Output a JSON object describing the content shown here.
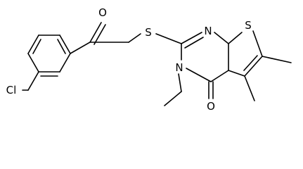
{
  "atoms": {
    "oxygen_ketone": "O",
    "sulfur_thioether": "S",
    "nitrogen_ring_top": "N",
    "sulfur_thiophene": "S",
    "nitrogen_ring_ethyl": "N",
    "oxygen_carbonyl": "O",
    "chlorine": "Cl"
  },
  "colors": {
    "bond": "#000000",
    "label": "#000000",
    "background": "#ffffff"
  }
}
